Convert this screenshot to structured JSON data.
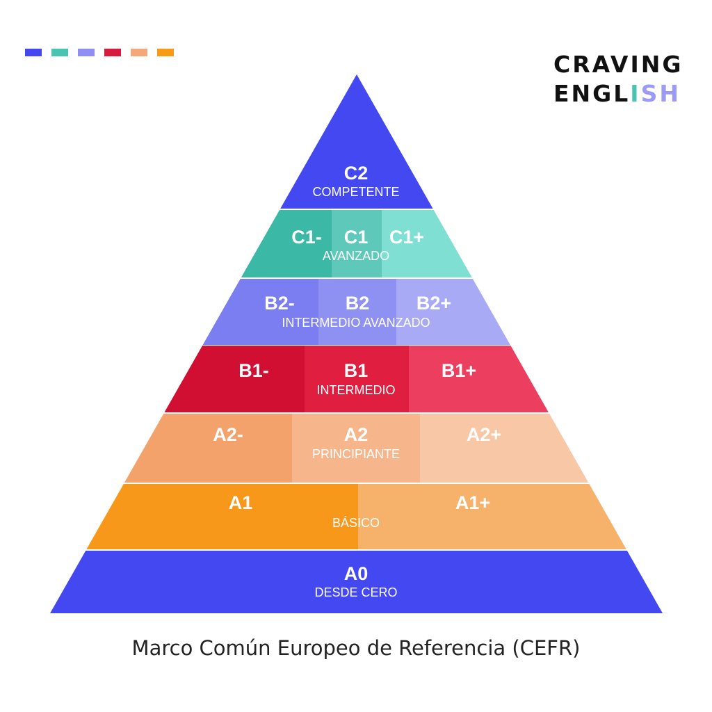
{
  "palette": [
    "#4348f0",
    "#4bc3b2",
    "#8e8ef5",
    "#d81b3c",
    "#f4a87a",
    "#f79b17"
  ],
  "logo": {
    "line1": "CRAVING",
    "line2_part1": "ENGL",
    "line2_part2": "I",
    "line2_part3": "SH",
    "accent_i": "#4bc3b2",
    "accent_sh": "#9b9bf5"
  },
  "caption": "Marco Común Europeo de Referencia (CEFR)",
  "levels": {
    "c2": {
      "code": "C2",
      "label": "COMPETENTE"
    },
    "c1": {
      "minus": "C1-",
      "code": "C1",
      "plus": "C1+",
      "label": "AVANZADO"
    },
    "b2": {
      "minus": "B2-",
      "code": "B2",
      "plus": "B2+",
      "label": "INTERMEDIO AVANZADO"
    },
    "b1": {
      "minus": "B1-",
      "code": "B1",
      "plus": "B1+",
      "label": "INTERMEDIO"
    },
    "a2": {
      "minus": "A2-",
      "code": "A2",
      "plus": "A2+",
      "label": "PRINCIPIANTE"
    },
    "a1": {
      "code": "A1",
      "plus": "A1+",
      "label": "BÁSICO"
    },
    "a0": {
      "code": "A0",
      "label": "DESDE CERO"
    }
  },
  "colors": {
    "blue": "#4348f0",
    "c1": [
      "#3bb8a6",
      "#5ec9bb",
      "#7fdfd2"
    ],
    "b2": [
      "#7b7ef0",
      "#8f91f2",
      "#a9aaf6"
    ],
    "b1": [
      "#d10f33",
      "#e01f40",
      "#ec3f60"
    ],
    "a2": [
      "#f3a26c",
      "#f6b58b",
      "#f8c7a5"
    ],
    "a1": [
      "#f7981b",
      "#f6b26a"
    ]
  }
}
